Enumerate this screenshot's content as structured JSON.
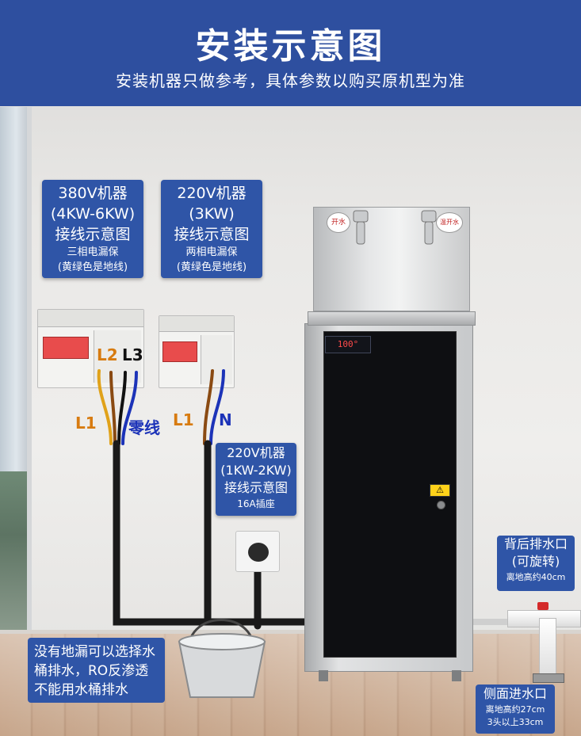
{
  "header": {
    "title": "安装示意图",
    "subtitle": "安装机器只做参考，具体参数以购买原机型为准"
  },
  "panel_380v": {
    "line1": "380V机器",
    "line2": "(4KW-6KW)",
    "line3": "接线示意图",
    "line4": "三相电漏保",
    "line5": "(黄绿色是地线)"
  },
  "panel_220v_3kw": {
    "line1": "220V机器",
    "line2": "(3KW)",
    "line3": "接线示意图",
    "line4": "两相电漏保",
    "line5": "(黄绿色是地线)"
  },
  "panel_220v_small": {
    "line1": "220V机器",
    "line2": "(1KW-2KW)",
    "line3": "接线示意图",
    "line4": "16A插座"
  },
  "wire_labels": {
    "l1_left": "L1",
    "l2": "L2",
    "l3": "L3",
    "neutral": "零线",
    "l1_right": "L1",
    "n": "N"
  },
  "dispenser": {
    "tap_left_label": "开水",
    "tap_right_label": "温开水",
    "display_text": "100°"
  },
  "notes": {
    "bucket": "没有地漏可以选择水桶排水，RO反渗透不能用水桶排水",
    "back_drain_title": "背后排水口",
    "back_drain_sub": "(可旋转)",
    "back_drain_height": "离地高约40cm",
    "side_inlet_title": "侧面进水口",
    "side_inlet_height1": "离地高约27cm",
    "side_inlet_height2": "3头以上33cm"
  },
  "colors": {
    "header_bg": "#2e4f9f",
    "panel_bg": "#2f55a7",
    "wire_brown": "#8a4a12",
    "wire_black": "#111111",
    "wire_blue": "#1c33b8",
    "wire_yellow": "#e0a21a",
    "label_orange": "#d77b10"
  }
}
